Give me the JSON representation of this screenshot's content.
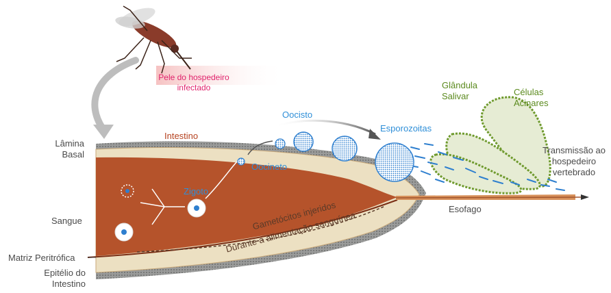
{
  "labels": {
    "pele": "Pele do hospedeiro infectado",
    "lamina": "Lâmina Basal",
    "intestino": "Intestino",
    "oocisto": "Oocisto",
    "esporozoitas": "Esporozoitas",
    "glandula": "Glândula Salivar",
    "celulas": "Células Acinares",
    "transmissao": "Transmissão ao hospedeiro vertebrado",
    "oocineto": "Oocineto",
    "zigoto": "Zigoto",
    "sangue": "Sangue",
    "gametocitos": "Gametócitos injeridos",
    "durante": "Durante a alimentação sanguínea",
    "esofago": "Esofago",
    "matriz": "Matriz Peritrófica",
    "epitelio": "Epitélio do Intestino"
  },
  "colors": {
    "blood": "#b5532b",
    "wall": "#ece0c2",
    "epithelium": "#8a8b8a",
    "oocyst": "#2e7fcf",
    "gland": "#6f9a2e",
    "label_blue": "#2f8fd8",
    "label_green": "#5b8a1e",
    "label_pink": "#e0236c"
  }
}
